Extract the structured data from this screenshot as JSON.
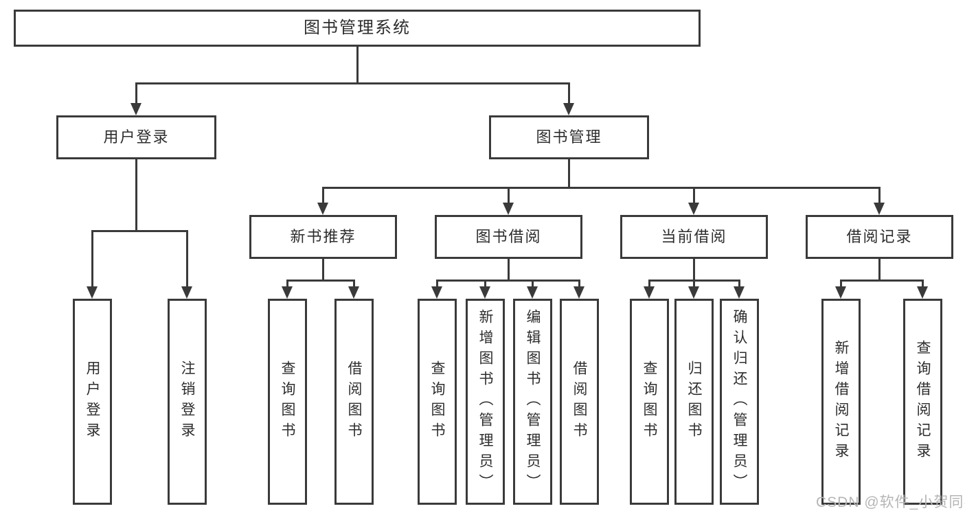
{
  "colors": {
    "line": "#3a3a3a",
    "text": "#2d2d2d",
    "watermark": "#b5b5b5",
    "bg": "#ffffff"
  },
  "hierarchy": {
    "label": "图书管理系统",
    "children": [
      {
        "label": "用户登录",
        "children": [
          {
            "label": "用户登录"
          },
          {
            "label": "注销登录"
          }
        ]
      },
      {
        "label": "图书管理",
        "children": [
          {
            "label": "新书推荐",
            "children": [
              {
                "label": "查询图书"
              },
              {
                "label": "借阅图书"
              }
            ]
          },
          {
            "label": "图书借阅",
            "children": [
              {
                "label": "查询图书"
              },
              {
                "label": "新增图书（管理员）"
              },
              {
                "label": "编辑图书（管理员）"
              },
              {
                "label": "借阅图书"
              }
            ]
          },
          {
            "label": "当前借阅",
            "children": [
              {
                "label": "查询图书"
              },
              {
                "label": "归还图书"
              },
              {
                "label": "确认归还（管理员）"
              }
            ]
          },
          {
            "label": "借阅记录",
            "children": [
              {
                "label": "新增借阅记录"
              },
              {
                "label": "查询借阅记录"
              }
            ]
          }
        ]
      }
    ]
  },
  "watermark": {
    "text": "CSDN @软件_小贺同学"
  }
}
